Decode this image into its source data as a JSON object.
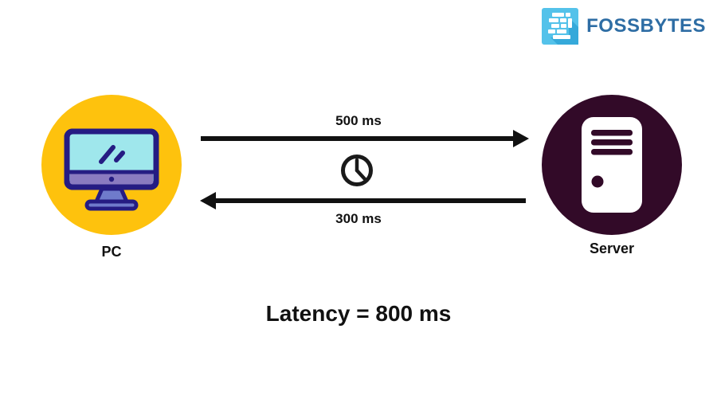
{
  "logo": {
    "text": "FOSSBYTES",
    "text_color": "#2E6DA4",
    "icon": "fossbytes-bricks-icon",
    "icon_bg_color": "#54C2EA",
    "icon_shadow_color": "#35A9DA",
    "icon_brick_color": "#FFFFFF"
  },
  "nodes": {
    "pc": {
      "label": "PC",
      "icon": "pc-monitor-icon",
      "circle_color": "#FEC20D",
      "monitor_outline_color": "#251C83",
      "screen_color": "#9FE7EC",
      "bezel_color": "#8A7BC0",
      "stand_color": "#6F7BCB"
    },
    "server": {
      "label": "Server",
      "icon": "server-tower-icon",
      "circle_color": "#320A28",
      "tower_color": "#FFFFFF"
    }
  },
  "arrows": {
    "forward": {
      "label": "500 ms",
      "direction": "pc-to-server",
      "color": "#111111"
    },
    "back": {
      "label": "300 ms",
      "direction": "server-to-pc",
      "color": "#111111"
    }
  },
  "clock": {
    "icon": "clock-icon",
    "color": "#1a1a1a"
  },
  "result": {
    "text": "Latency = 800 ms"
  }
}
